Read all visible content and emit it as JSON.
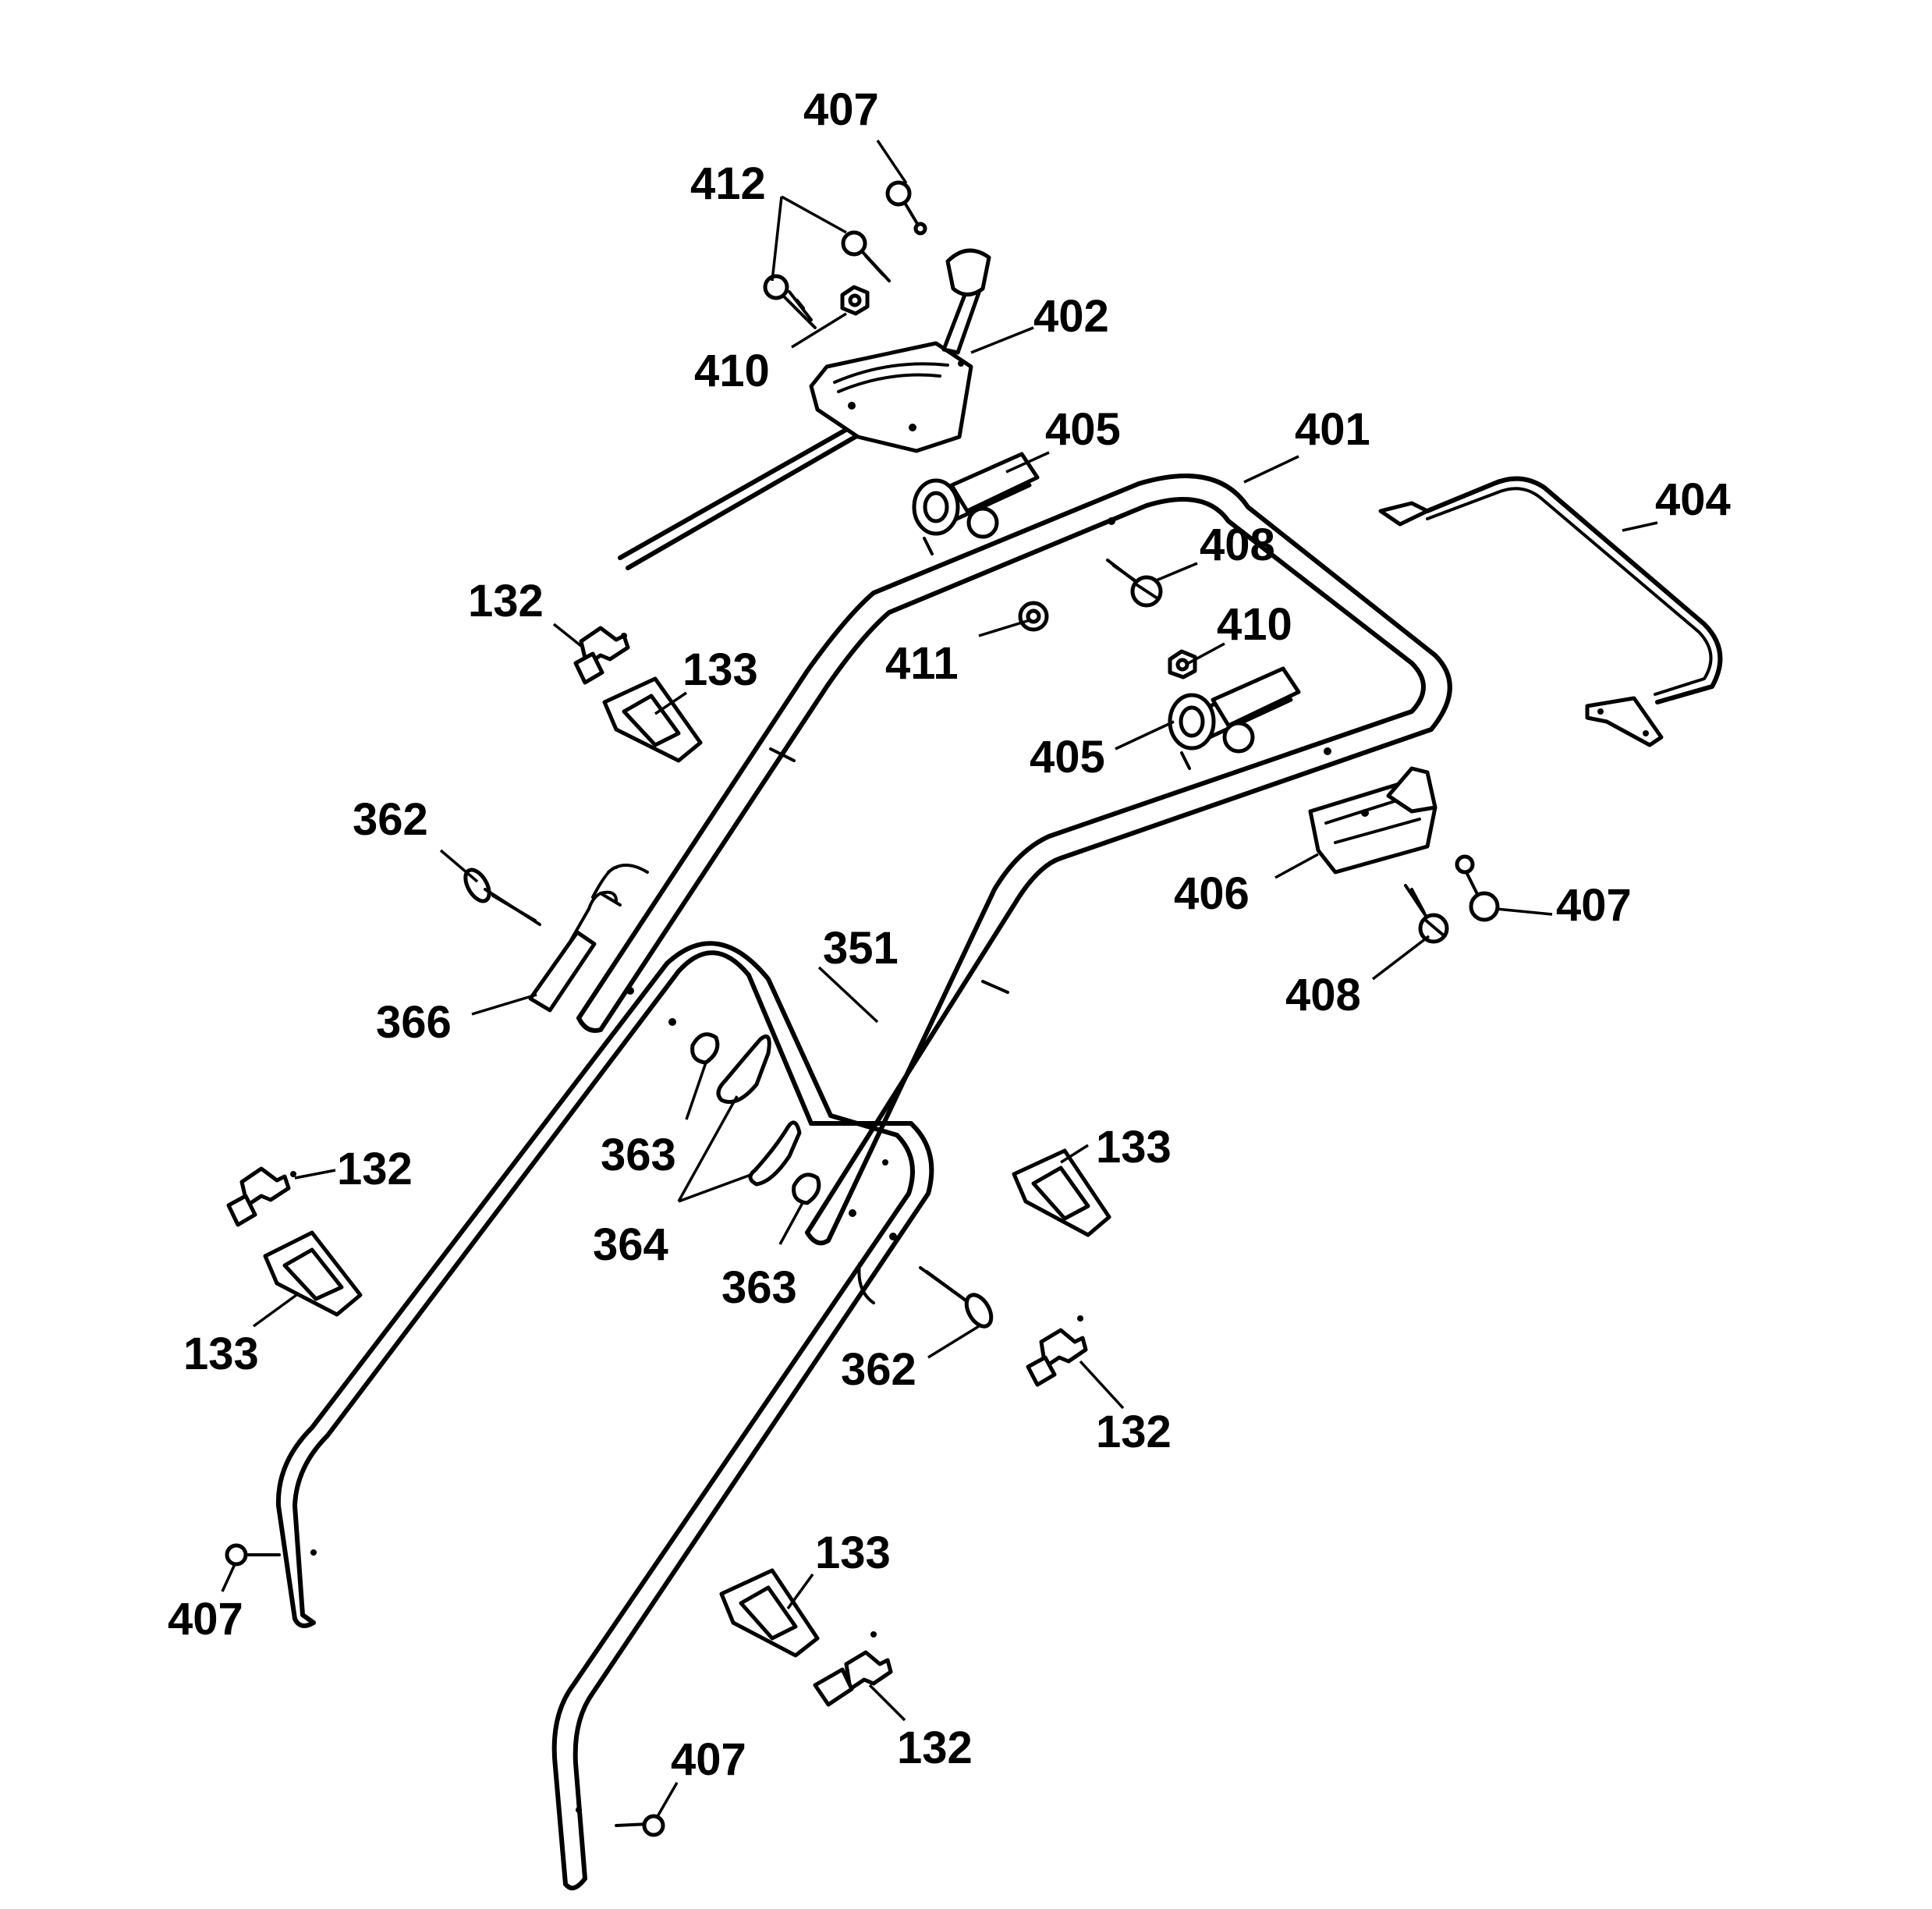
{
  "labels": {
    "p407a": "407",
    "p412": "412",
    "p410a": "410",
    "p402": "402",
    "p405a": "405",
    "p401": "401",
    "p404": "404",
    "p408a": "408",
    "p132a": "132",
    "p133a": "133",
    "p411": "411",
    "p410b": "410",
    "p405b": "405",
    "p362a": "362",
    "p406": "406",
    "p407b": "407",
    "p408b": "408",
    "p366": "366",
    "p351": "351",
    "p363a": "363",
    "p133b": "133",
    "p132b": "132",
    "p364": "364",
    "p363b": "363",
    "p133c": "133",
    "p362b": "362",
    "p132c": "132",
    "p407c": "407",
    "p133d": "133",
    "p132d": "132",
    "p407d": "407"
  }
}
